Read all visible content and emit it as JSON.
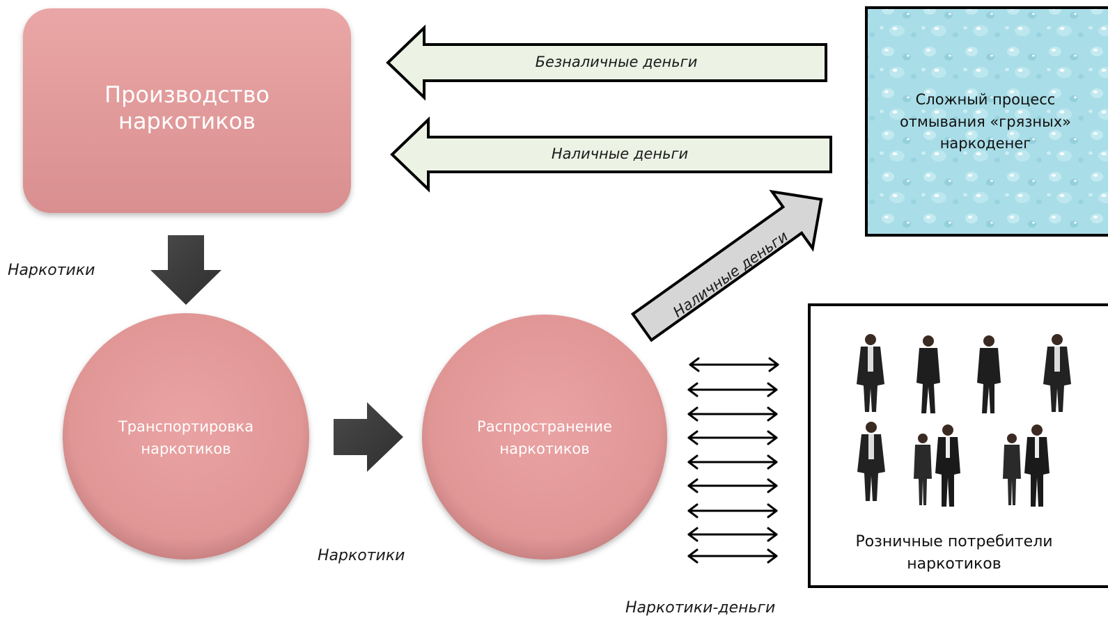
{
  "nodes": {
    "production": {
      "line1": "Производство",
      "line2": "наркотиков"
    },
    "transport": {
      "line1": "Транспортировка",
      "line2": "наркотиков"
    },
    "distribution": {
      "line1": "Распространение",
      "line2": "наркотиков"
    },
    "laundering": {
      "line1": "Сложный процесс",
      "line2": "отмывания «грязных»",
      "line3": "наркоденег"
    },
    "consumers": {
      "line1": "Розничные потребители",
      "line2": "наркотиков"
    }
  },
  "arrows": {
    "noncash_money": "Безналичные деньги",
    "cash_money_top": "Наличные деньги",
    "cash_money_diag": "Наличные деньги"
  },
  "labels": {
    "drugs_left": "Наркотики",
    "drugs_bottom": "Наркотики",
    "drugs_money": "Наркотики-деньги"
  },
  "colors": {
    "node_fill": "#e39a9a",
    "arrow_dark": "#3d3d3d",
    "arrow_light": "#ecf2e4",
    "arrow_gray": "#d6d6d6",
    "water_bg": "#a8dce6"
  }
}
